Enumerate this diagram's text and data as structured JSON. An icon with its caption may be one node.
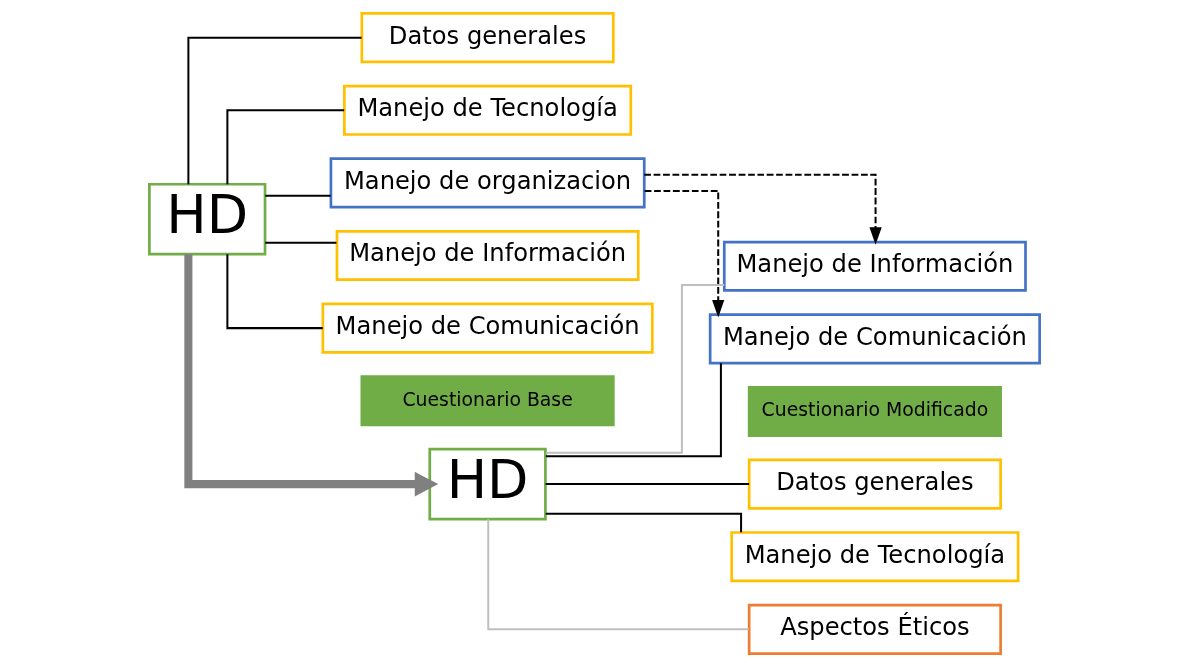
{
  "diagram": {
    "nodes": [
      {
        "text": [
          "HD"
        ]
      },
      {
        "text": [
          "Datos generales"
        ]
      },
      {
        "text": [
          "Manejo de Tecnología"
        ]
      },
      {
        "text": [
          "Manejo de organizacion"
        ]
      },
      {
        "text": [
          "Manejo de Información"
        ]
      },
      {
        "text": [
          "Manejo de Comunicación"
        ]
      },
      {
        "text": [
          "HD"
        ]
      },
      {
        "text": [
          "Datos generales"
        ]
      },
      {
        "text": [
          "Manejo de Tecnología"
        ]
      },
      {
        "text": [
          "Aspectos Éticos"
        ]
      },
      {
        "text": [
          "Manejo de Información"
        ]
      },
      {
        "text": [
          "Manejo de Comunicación"
        ]
      },
      {
        "text": [
          "Cuestionario Base"
        ]
      },
      {
        "text": [
          "Cuestionario Modificado"
        ]
      }
    ],
    "edges": [
      {
        "from": 0,
        "to": 1,
        "arrow": "none"
      },
      {
        "from": 0,
        "to": 2,
        "arrow": "none"
      },
      {
        "from": 0,
        "to": 3,
        "arrow": "none"
      },
      {
        "from": 0,
        "to": 4,
        "arrow": "none"
      },
      {
        "from": 0,
        "to": 5,
        "arrow": "none"
      },
      {
        "from": 6,
        "to": 7,
        "arrow": "none"
      },
      {
        "from": 6,
        "to": 8,
        "arrow": "none"
      },
      {
        "from": 6,
        "to": 9,
        "arrow": "none",
        "color": "#bfbfbf"
      },
      {
        "from": 6,
        "to": 10,
        "arrow": "none",
        "color": "#bfbfbf"
      },
      {
        "from": 6,
        "to": 11,
        "arrow": "none"
      },
      {
        "from": 3,
        "to": 10,
        "arrow": "to",
        "style": "dashed"
      },
      {
        "from": 3,
        "to": 11,
        "arrow": "to",
        "style": "dashed"
      },
      {
        "from": 0,
        "to": 6,
        "arrow": "to",
        "style": "thick",
        "color": "#808080"
      }
    ]
  }
}
